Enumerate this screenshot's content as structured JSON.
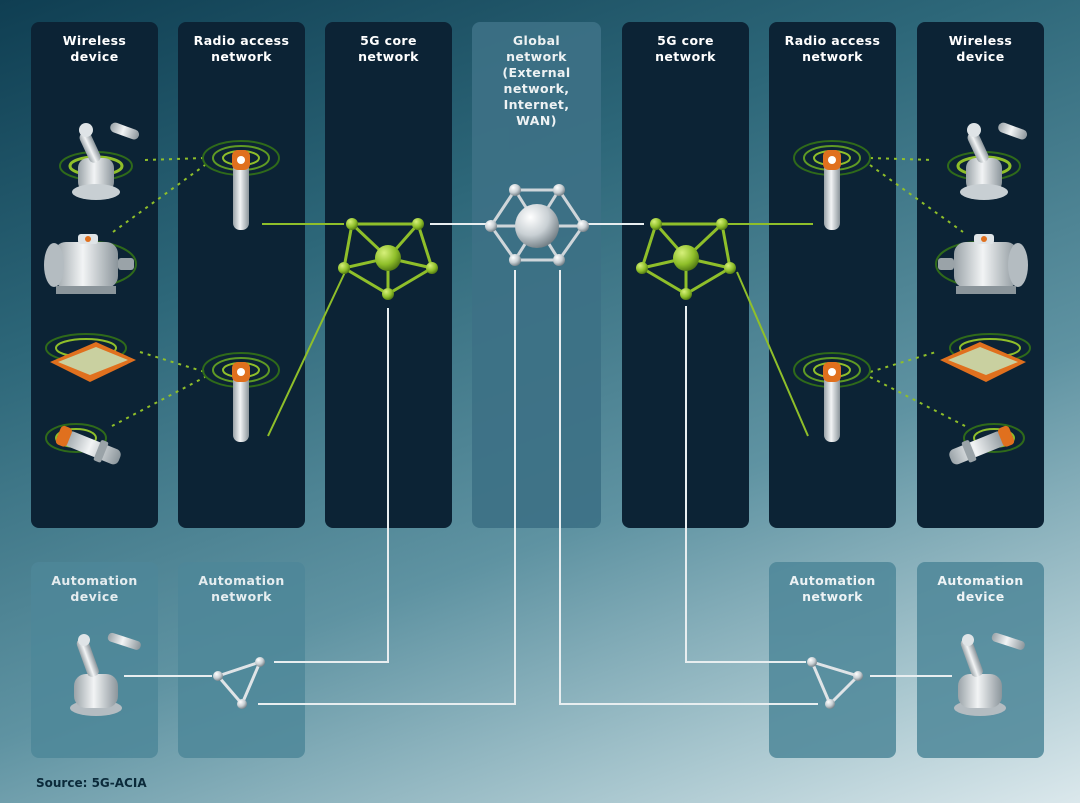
{
  "columns": {
    "wireless_device_left": "Wireless\ndevice",
    "ran_left": "Radio access\nnetwork",
    "core_left": "5G core\nnetwork",
    "global": "Global\nnetwork\n(External\nnetwork,\nInternet,\nWAN)",
    "core_right": "5G core\nnetwork",
    "ran_right": "Radio access\nnetwork",
    "wireless_device_right": "Wireless\ndevice"
  },
  "bottom_columns": {
    "automation_device_left": "Automation\ndevice",
    "automation_network_left": "Automation\nnetwork",
    "automation_network_right": "Automation\nnetwork",
    "automation_device_right": "Automation\ndevice"
  },
  "source": "Source: 5G-ACIA",
  "colors": {
    "panel_dark": "#0c2335",
    "accent_green": "#8fbf2a",
    "link_white": "#e8eef0",
    "accent_orange": "#e0701e"
  },
  "icons": [
    "robot-arm-icon",
    "motor-icon",
    "sensor-plate-icon",
    "proximity-sensor-icon",
    "radio-antenna-icon",
    "core-node-icon",
    "global-node-icon",
    "automation-triangle-icon"
  ]
}
